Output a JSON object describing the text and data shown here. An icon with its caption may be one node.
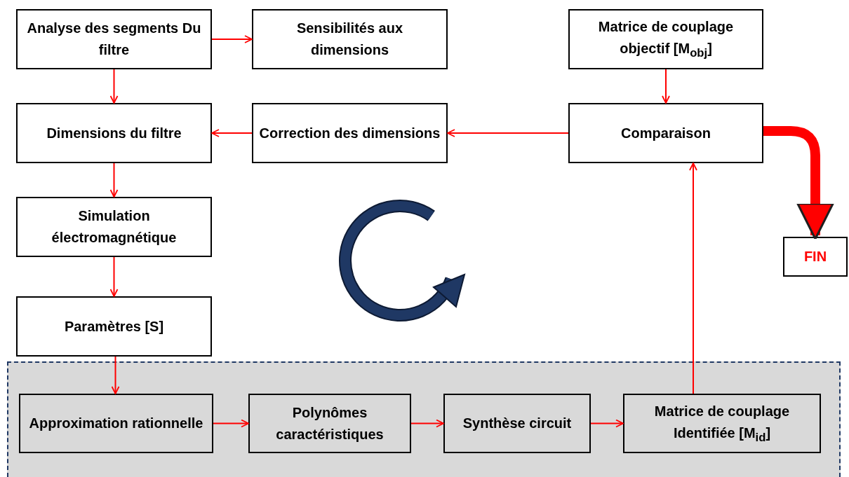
{
  "diagram": {
    "nodes": [
      {
        "text": [
          "Analyse des segments Du filtre"
        ]
      },
      {
        "text": [
          "Sensibilités aux dimensions"
        ]
      },
      {
        "text": [
          "Matrice de couplage objectif [M$_{obj}$]"
        ]
      },
      {
        "text": [
          "Dimensions du filtre"
        ]
      },
      {
        "text": [
          "Correction des dimensions"
        ]
      },
      {
        "text": [
          "Comparaison"
        ]
      },
      {
        "text": [
          "Simulation électromagnétique"
        ]
      },
      {
        "text": [
          "FIN"
        ]
      },
      {
        "text": [
          "Paramètres [S]"
        ]
      },
      {
        "text": [],
        "shape": "box"
      },
      {
        "text": [
          "Approximation rationnelle"
        ],
        "in": 9
      },
      {
        "text": [
          "Polynômes caractéristiques"
        ],
        "in": 9
      },
      {
        "text": [
          "Synthèse circuit"
        ],
        "in": 9
      },
      {
        "text": [
          "Matrice de couplage Identifiée [M$_{id}$]"
        ],
        "in": 9
      }
    ],
    "edges": [
      {
        "from": 0,
        "to": 1,
        "arrow": "to"
      },
      {
        "from": 0,
        "to": 3,
        "arrow": "to"
      },
      {
        "from": 2,
        "to": 5,
        "arrow": "to"
      },
      {
        "from": 5,
        "to": 4,
        "arrow": "to"
      },
      {
        "from": 4,
        "to": 3,
        "arrow": "to"
      },
      {
        "from": 3,
        "to": 6,
        "arrow": "to"
      },
      {
        "from": 6,
        "to": 8,
        "arrow": "to"
      },
      {
        "from": 8,
        "to": 10,
        "arrow": "to"
      },
      {
        "from": 10,
        "to": 11,
        "arrow": "to"
      },
      {
        "from": 11,
        "to": 12,
        "arrow": "to"
      },
      {
        "from": 12,
        "to": 13,
        "arrow": "to"
      },
      {
        "from": 13,
        "to": 5,
        "arrow": "to"
      },
      {
        "from": 5,
        "to": 7,
        "arrow": "to",
        "style": "thick"
      }
    ]
  }
}
